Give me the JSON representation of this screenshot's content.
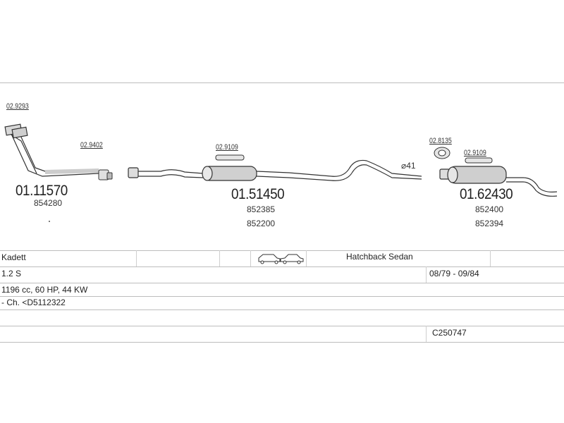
{
  "parts": [
    {
      "code": "01.11570",
      "ref": "854280"
    },
    {
      "code": "01.51450",
      "ref": "852385",
      "ref2": "852200"
    },
    {
      "code": "01.62430",
      "ref": "852400",
      "ref2": "852394"
    }
  ],
  "fittings": [
    "02.9293",
    "02.9402",
    "02.9109",
    "02.8135",
    "02.9109"
  ],
  "pipe_diameter": "⌀41",
  "table": {
    "model": "Kadett",
    "body": "Hatchback Sedan",
    "engine": "1.2 S",
    "years": "08/79 - 09/84",
    "specs": "1196 cc, 60 HP, 44 KW",
    "chassis": "- Ch. <D5112322",
    "catalog": "C250747"
  },
  "icons": [
    "hatchback-car-icon",
    "sedan-car-icon"
  ]
}
